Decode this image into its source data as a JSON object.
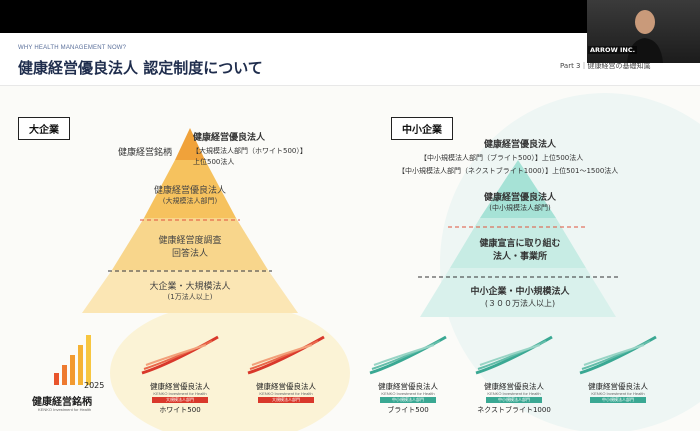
{
  "slide": {
    "eyebrow": "WHY HEALTH MANAGEMENT NOW?",
    "title": "健康経営優良法人 認定制度について",
    "part_label": "Part 3｜健康経営の基礎知識"
  },
  "webcam": {
    "name_label": "ARROW INC."
  },
  "large": {
    "category": "大企業",
    "top_title": "健康経営優良法人",
    "brand_label": "健康経営銘柄",
    "top_detail": "【大規模法人部門（ホワイト500）】",
    "top_count": "上位500法人",
    "mid_title": "健康経営優良法人",
    "mid_sub": "(大規模法人部門)",
    "survey_title": "健康経営度調査",
    "survey_sub": "回答法人",
    "base_title": "大企業・大規模法人",
    "base_sub": "(1万法人以上)"
  },
  "small": {
    "category": "中小企業",
    "top_title": "健康経営優良法人",
    "top_line1": "【中小規模法人部門（ブライト500）】上位500法人",
    "top_line2": "【中小規模法人部門（ネクストブライト1000）】上位501〜1500法人",
    "mid_title": "健康経営優良法人",
    "mid_sub": "(中小規模法人部門)",
    "decl_title": "健康宣言に取り組む",
    "decl_sub": "法人・事業所",
    "base_title": "中小企業・中小規模法人",
    "base_sub": "(３００万法人以上)"
  },
  "logos": {
    "brand_year": "2025",
    "brand_name": "健康経営銘柄",
    "brand_en": "KENKO Investment for Health",
    "badges": [
      {
        "title": "健康経営優良法人",
        "en": "KENKO Investment for Health",
        "bar": "大規模法人部門",
        "caption": "ホワイト500",
        "color": "#d9382b"
      },
      {
        "title": "健康経営優良法人",
        "en": "KENKO Investment for Health",
        "bar": "大規模法人部門",
        "caption": "",
        "color": "#d9382b"
      },
      {
        "title": "健康経営優良法人",
        "en": "KENKO Investment for Health",
        "bar": "中小規模法人部門",
        "caption": "ブライト500",
        "color": "#3aa893"
      },
      {
        "title": "健康経営優良法人",
        "en": "KENKO Investment for Health",
        "bar": "中小規模法人部門",
        "caption": "ネクストブライト1000",
        "color": "#3aa893"
      },
      {
        "title": "健康経営優良法人",
        "en": "KENKO Investment for Health",
        "bar": "中小規模法人部門",
        "caption": "",
        "color": "#3aa893"
      }
    ]
  },
  "colors": {
    "orange_dark": "#f0a23a",
    "orange_mid": "#f6c25e",
    "orange_light": "#f8d68c",
    "orange_pale": "#fbe6b4",
    "teal_dark": "#7ed6c6",
    "teal_mid": "#a6e2d6",
    "teal_light": "#c7ece4",
    "title_navy": "#1f2d4d"
  }
}
